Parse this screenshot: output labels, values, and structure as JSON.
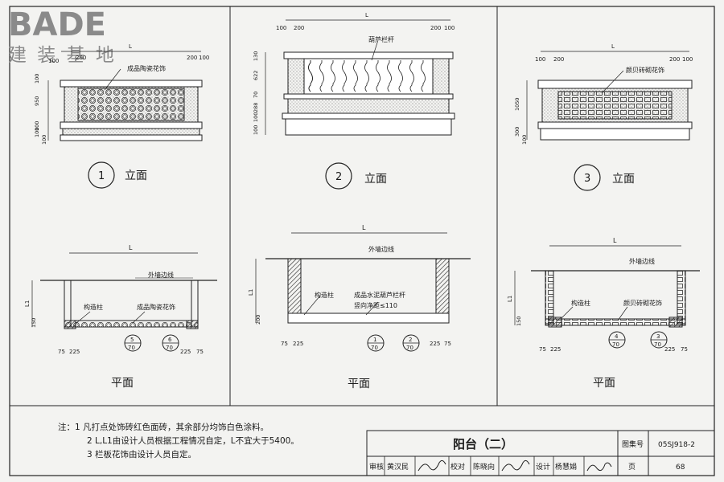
{
  "logo": {
    "mark": "BADE",
    "subtitle": "建 装 基 地"
  },
  "elevations": [
    {
      "number": "1",
      "caption": "立面",
      "label": "成品陶瓷花饰",
      "dim_top": [
        "L",
        "100",
        "200",
        "200",
        "100"
      ],
      "dim_side": [
        "100",
        "950",
        "100",
        "100",
        "100"
      ]
    },
    {
      "number": "2",
      "caption": "立面",
      "label": "葫芦栏杆",
      "dim_top": [
        "L",
        "100",
        "200",
        "200",
        "100"
      ],
      "dim_side": [
        "130",
        "622",
        "70",
        "288",
        "100",
        "100"
      ]
    },
    {
      "number": "3",
      "caption": "立面",
      "label": "颜贝砖砌花饰",
      "dim_top": [
        "L",
        "100",
        "200",
        "200",
        "100"
      ],
      "dim_side": [
        "1050",
        "300",
        "100"
      ]
    }
  ],
  "plans": [
    {
      "caption": "平面",
      "wall": "外墙边线",
      "col": "构造柱",
      "fill": "成品陶瓷花饰",
      "L": "L",
      "L1": "L1",
      "side": "150",
      "bottom": [
        "75",
        "225",
        "225",
        "75"
      ],
      "refs": [
        [
          "5",
          "70"
        ],
        [
          "6",
          "70"
        ]
      ]
    },
    {
      "caption": "平面",
      "wall": "外墙边线",
      "col": "构造柱",
      "fill": "成品水泥葫芦栏杆",
      "fill2": "竖向净距≤110",
      "L": "L",
      "L1": "L1",
      "side": "200",
      "bottom": [
        "75",
        "225",
        "225",
        "75"
      ],
      "refs": [
        [
          "1",
          "70"
        ],
        [
          "2",
          "70"
        ]
      ]
    },
    {
      "caption": "平面",
      "wall": "外墙边线",
      "col": "构造柱",
      "fill": "颜贝砖砌花饰",
      "L": "L",
      "L1": "L1",
      "side": "150",
      "bottom": [
        "75",
        "225",
        "225",
        "75"
      ],
      "refs": [
        [
          "4",
          "70"
        ],
        [
          "3",
          "70"
        ]
      ]
    }
  ],
  "notes": [
    "注：1  凡打点处饰砖红色面砖，其余部分均饰白色涂料。",
    "2  L,L1由设计人员根据工程情况自定，L不宜大于5400。",
    "3  栏板花饰由设计人员自定。"
  ],
  "titleblock": {
    "title": "阳台（二）",
    "atlas_label": "图集号",
    "atlas_no": "05SJ918-2",
    "row": [
      "审核",
      "黄汉民",
      "校对",
      "陈晓向",
      "设计",
      "杨慧娟",
      "页",
      "68"
    ]
  }
}
